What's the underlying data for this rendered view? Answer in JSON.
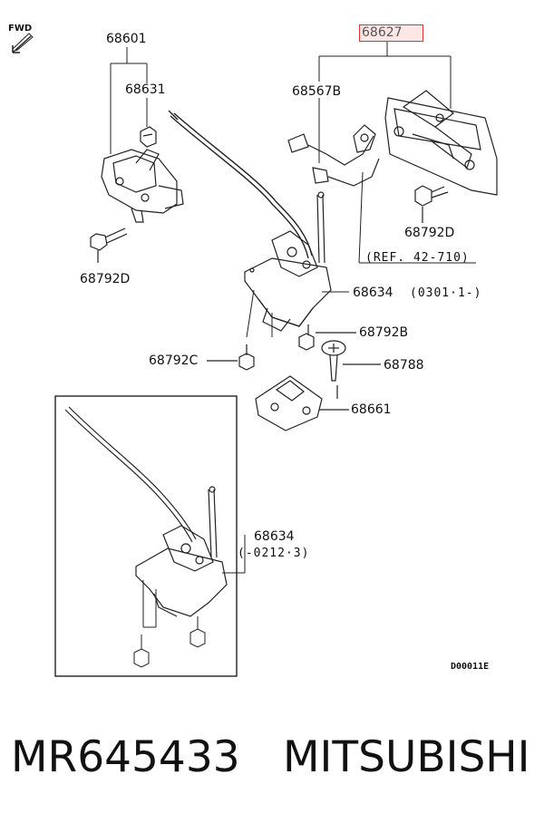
{
  "fwd_label": "FWD",
  "parts": {
    "p68627": "68627",
    "p68601": "68601",
    "p68631": "68631",
    "p68567B": "68567B",
    "p68792D_right": "68792D",
    "p68792D_left": "68792D",
    "ref": "(REF. 42-710)",
    "p68634_upper": "68634",
    "p68634_upper_code": "(0301·1-)",
    "p68792B": "68792B",
    "p68792C": "68792C",
    "p68788": "68788",
    "p68661": "68661",
    "p68634_lower": "68634",
    "p68634_lower_code": "(-0212·3)"
  },
  "diagram_code": "D00011E",
  "footer": {
    "part_number": "MR645433",
    "brand": "MITSUBISHI"
  },
  "colors": {
    "highlight_border": "#e03030",
    "highlight_fill": "#fde6e6"
  }
}
